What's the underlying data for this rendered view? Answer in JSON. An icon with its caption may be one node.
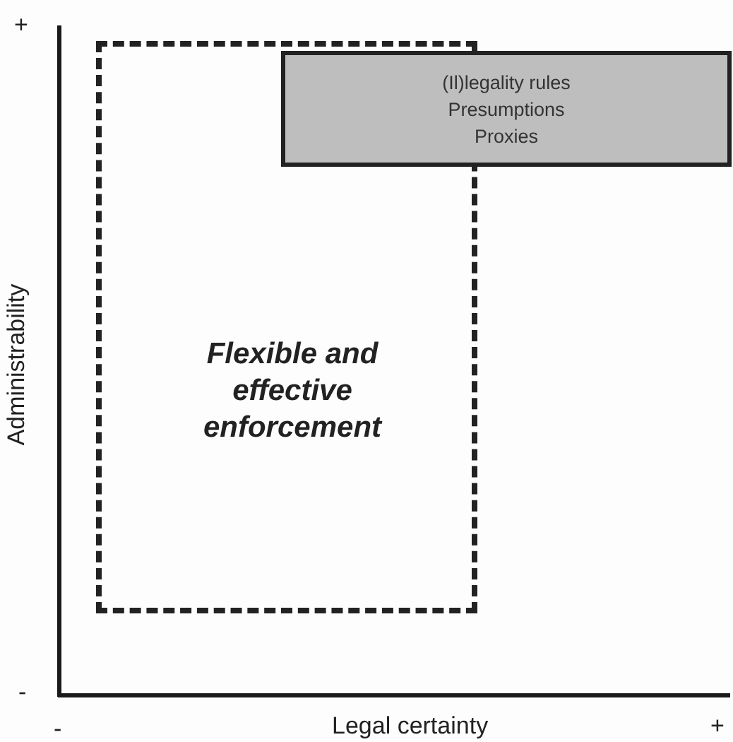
{
  "diagram": {
    "nodes": [
      {
        "text": [
          "Flexible and effective enforcement"
        ]
      },
      {
        "text": [
          "(Il)legality rules",
          "Presumptions",
          "Proxies"
        ]
      }
    ],
    "edges": [],
    "labels": [
      "+",
      "Administrability",
      "-",
      "-",
      "Legal certainty",
      "+"
    ]
  }
}
